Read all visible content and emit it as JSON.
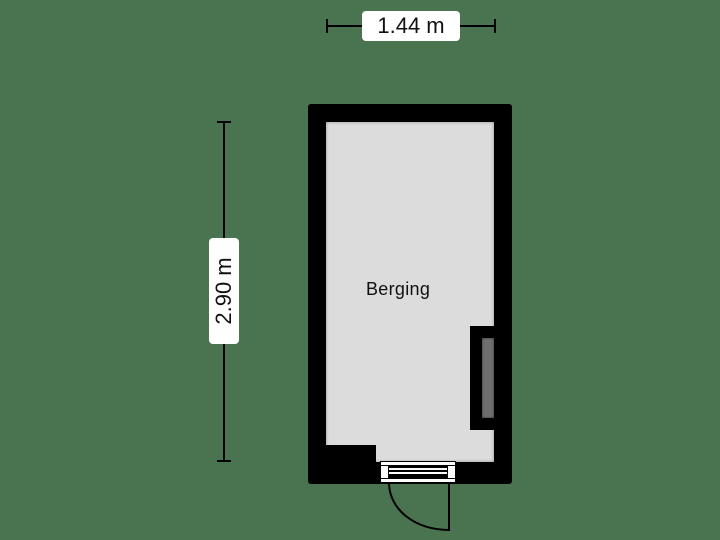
{
  "dimensions": {
    "width": {
      "label": "1.44 m"
    },
    "height": {
      "label": "2.90 m"
    }
  },
  "rooms": [
    {
      "name": "Berging"
    }
  ],
  "colors": {
    "background": "#4a7350",
    "wall": "#000000",
    "floor": "#dcdcdc",
    "fixture": "#6e6e6e"
  }
}
